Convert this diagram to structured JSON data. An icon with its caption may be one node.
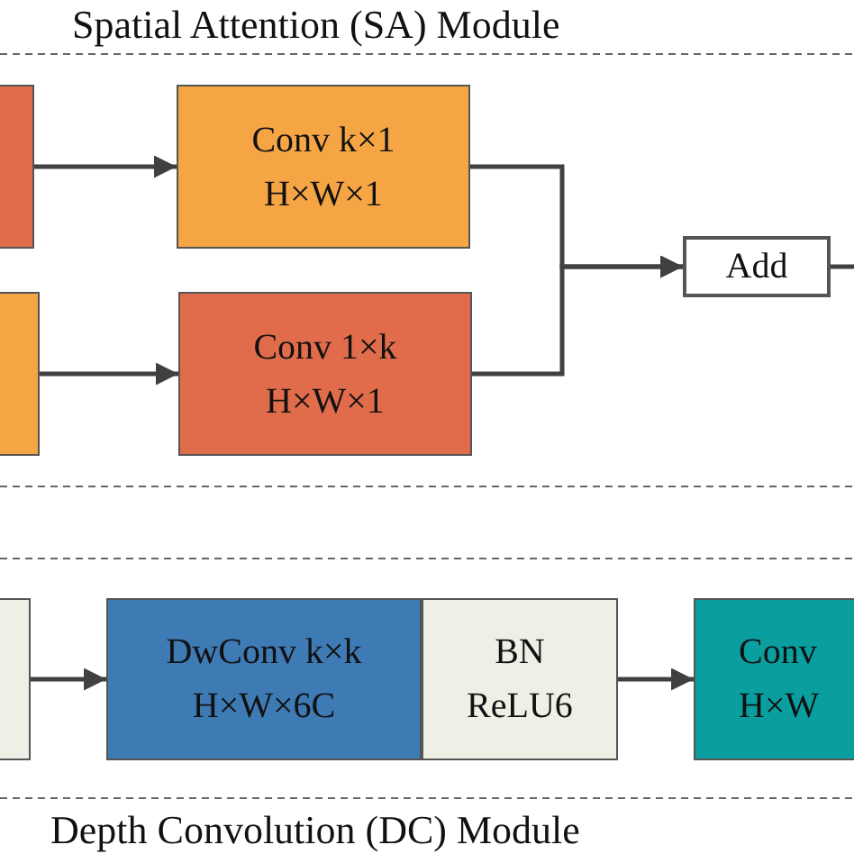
{
  "diagram": {
    "title": "Spatial Attention (SA) Module",
    "caption": "Depth Convolution (DC) Module",
    "nodes": [
      {
        "text": [],
        "shape": "box"
      },
      {
        "text": [
          "Conv k×1 H×W×1"
        ]
      },
      {
        "text": [],
        "shape": "box"
      },
      {
        "text": [
          "Conv 1×k H×W×1"
        ]
      },
      {
        "text": [
          "Add"
        ]
      },
      {
        "text": [],
        "shape": "box"
      },
      {
        "text": [
          "DwConv k×k H×W×6C"
        ]
      },
      {
        "text": [
          "BN ReLU6"
        ]
      },
      {
        "text": [
          "Conv H×W"
        ]
      }
    ],
    "edges": [
      {
        "from": 0,
        "to": 1,
        "arrow": "to"
      },
      {
        "from": 2,
        "to": 3,
        "arrow": "to"
      },
      {
        "from": 1,
        "to": 4,
        "arrow": "to"
      },
      {
        "from": 3,
        "to": 4,
        "arrow": "to"
      },
      {
        "from": 4,
        "to": null,
        "arrow": "none"
      },
      {
        "from": 5,
        "to": 6,
        "arrow": "to"
      },
      {
        "from": 7,
        "to": 8,
        "arrow": "to"
      }
    ]
  }
}
